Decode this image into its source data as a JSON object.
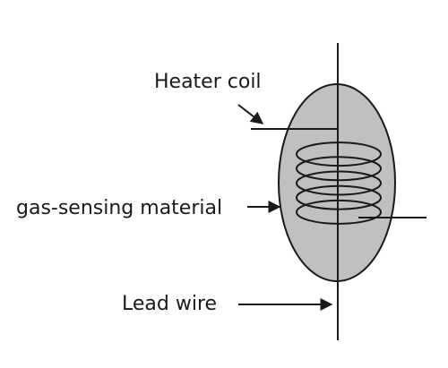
{
  "diagram": {
    "labels": {
      "heater_coil": "Heater coil",
      "gas_sensing_material": "gas-sensing material",
      "lead_wire": "Lead wire"
    },
    "colors": {
      "body_fill": "#c0c0c0",
      "line": "#1a1a1a",
      "background": "#ffffff"
    },
    "coil_turns": 5
  }
}
